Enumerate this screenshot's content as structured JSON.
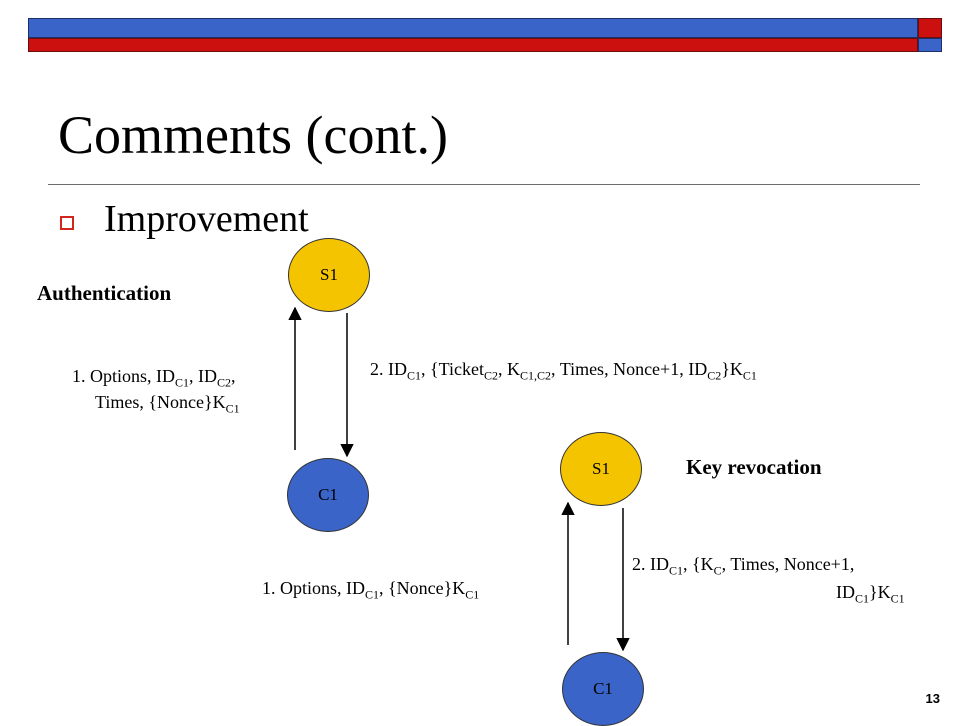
{
  "slide": {
    "title": "Comments (cont.)",
    "bullet": "Improvement",
    "page_number": "13"
  },
  "authentication": {
    "heading": "Authentication",
    "server": "S1",
    "client": "C1",
    "msg1": {
      "line1": [
        "1. Options, ID",
        "C1",
        ", ID",
        "C2",
        ","
      ],
      "line2": [
        "Times, {Nonce}K",
        "C1"
      ]
    },
    "msg2": [
      "2. ID",
      "C1",
      ", {Ticket",
      "C2",
      ", K",
      "C1,C2",
      ", Times, Nonce+1, ID",
      "C2",
      "}K",
      "C1"
    ]
  },
  "key_revocation": {
    "heading": "Key revocation",
    "server": "S1",
    "client": "C1",
    "msg1": [
      "1. Options, ID",
      "C1",
      ", {Nonce}K",
      "C1"
    ],
    "msg2": {
      "line1": [
        "2. ID",
        "C1",
        ", {K",
        "C",
        ", Times, Nonce+1,"
      ],
      "line2": [
        "ID",
        "C1",
        "}K",
        "C1"
      ]
    }
  },
  "colors": {
    "server_node": "#f5c400",
    "client_node": "#3a64c8",
    "bar_blue": "#3a64c8",
    "bar_red": "#cc1010",
    "bullet": "#d0261c"
  }
}
